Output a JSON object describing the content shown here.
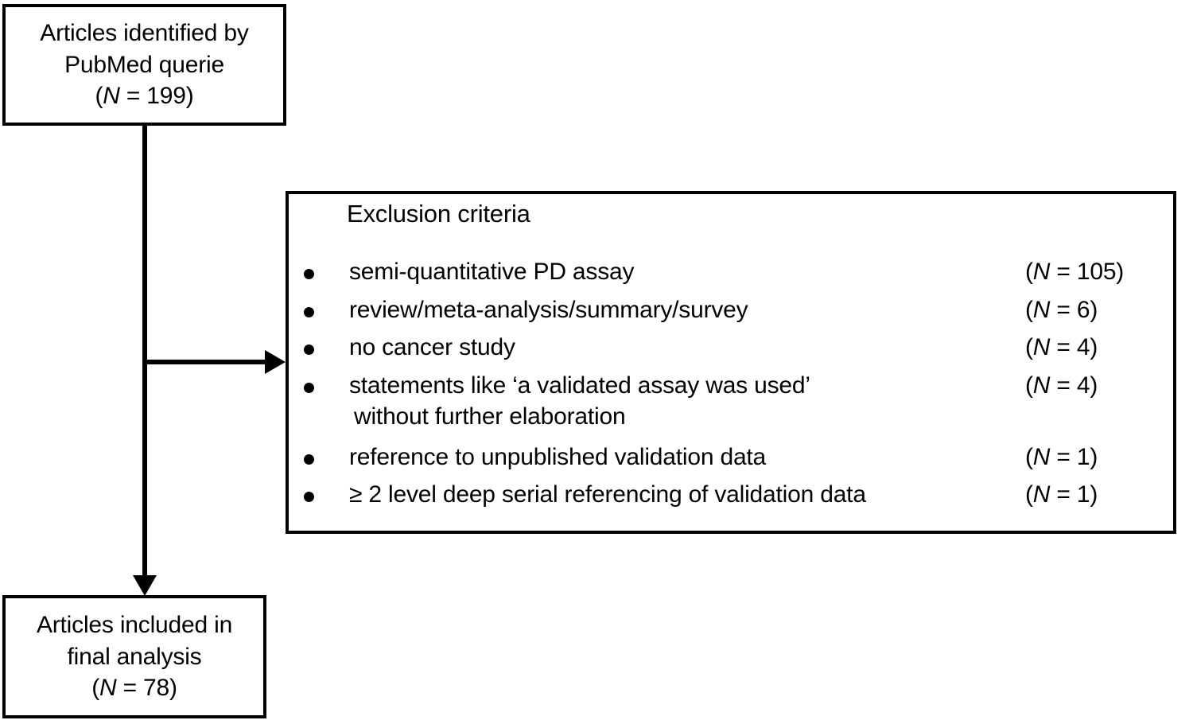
{
  "diagram": {
    "title": "Article selection flow diagram",
    "colors": {
      "stroke": "#000000",
      "background": "#ffffff",
      "text": "#000000"
    },
    "boxes": {
      "identified": {
        "line1": "Articles identified by",
        "line2": "PubMed querie",
        "count_open": "(",
        "count_var": "N",
        "count_rest": " = 199)"
      },
      "included": {
        "line1": "Articles included in",
        "line2": "final analysis",
        "count_open": "(",
        "count_var": "N",
        "count_rest": " = 78)"
      },
      "exclusion": {
        "title": "Exclusion criteria",
        "items": [
          {
            "text": "semi-quantitative PD assay",
            "continuation": "",
            "count_open": "(",
            "count_var": "N",
            "count_rest": " = 105)"
          },
          {
            "text": "review/meta-analysis/summary/survey",
            "continuation": "",
            "count_open": "(",
            "count_var": "N",
            "count_rest": " = 6)"
          },
          {
            "text": "no cancer study",
            "continuation": "",
            "count_open": "(",
            "count_var": "N",
            "count_rest": " = 4)"
          },
          {
            "text": "statements like ‘a validated assay was used’",
            "continuation": "without further elaboration",
            "count_open": "(",
            "count_var": "N",
            "count_rest": " = 4)"
          },
          {
            "text": "reference to unpublished validation data",
            "continuation": "",
            "count_open": "(",
            "count_var": "N",
            "count_rest": " = 1)"
          },
          {
            "text": "≥ 2 level deep serial referencing of validation data",
            "continuation": "",
            "count_open": "(",
            "count_var": "N",
            "count_rest": " = 1)"
          }
        ]
      }
    },
    "connectors": {
      "trunk": "vertical-line-from-identified-to-included",
      "branch": "horizontal-arrow-to-exclusion-criteria"
    }
  }
}
